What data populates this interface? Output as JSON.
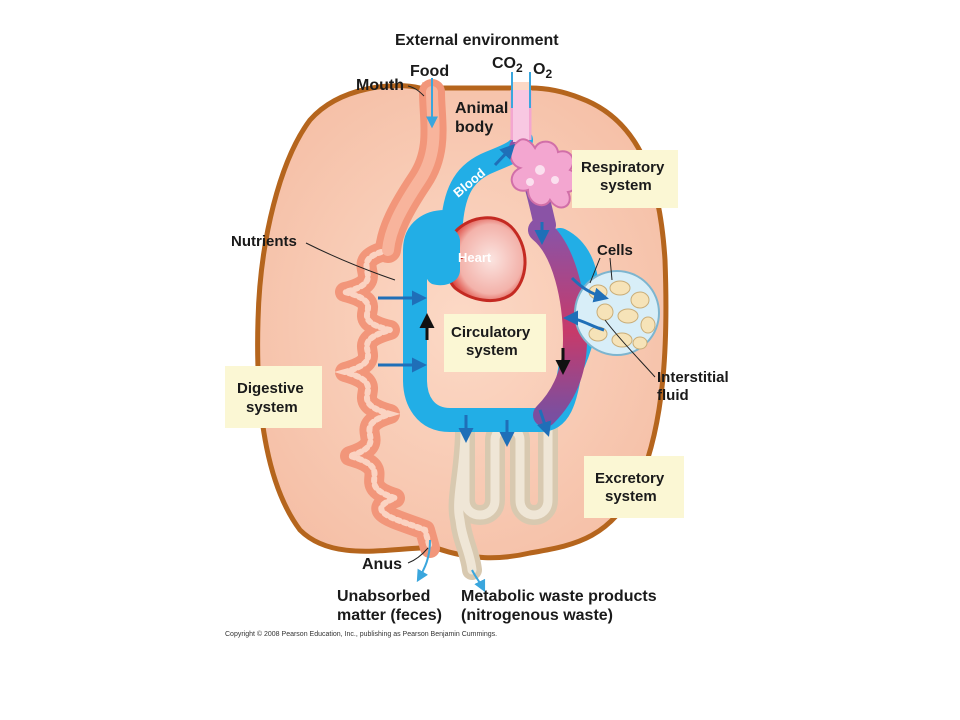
{
  "labels": {
    "external_environment": "External environment",
    "food": "Food",
    "co": "CO",
    "co_sub": "2",
    "o": "O",
    "o_sub": "2",
    "mouth": "Mouth",
    "animal_body_1": "Animal",
    "animal_body_2": "body",
    "blood": "Blood",
    "respiratory_1": "Respiratory",
    "respiratory_2": "system",
    "heart": "Heart",
    "nutrients": "Nutrients",
    "cells": "Cells",
    "circulatory_1": "Circulatory",
    "circulatory_2": "system",
    "interstitial_1": "Interstitial",
    "interstitial_2": "fluid",
    "digestive_1": "Digestive",
    "digestive_2": "system",
    "excretory_1": "Excretory",
    "excretory_2": "system",
    "anus": "Anus",
    "unabsorbed_1": "Unabsorbed",
    "unabsorbed_2": "matter (feces)",
    "metabolic_1": "Metabolic waste products",
    "metabolic_2": "(nitrogenous waste)"
  },
  "copyright": "Copyright © 2008 Pearson Education, Inc., publishing as Pearson Benjamin Cummings.",
  "colors": {
    "body_fill": "#f8cbb4",
    "body_outline": "#b5651d",
    "gut": "#f2967a",
    "blood_vessel": "#22aee6",
    "deoxy": "#7a4fa0",
    "heart_red": "#e0433a",
    "lung_pink": "#f3a6d0",
    "kidney_tube": "#e8dcc8",
    "label_box": "#fbf7d4",
    "arrow_blue": "#1f6fb8"
  }
}
